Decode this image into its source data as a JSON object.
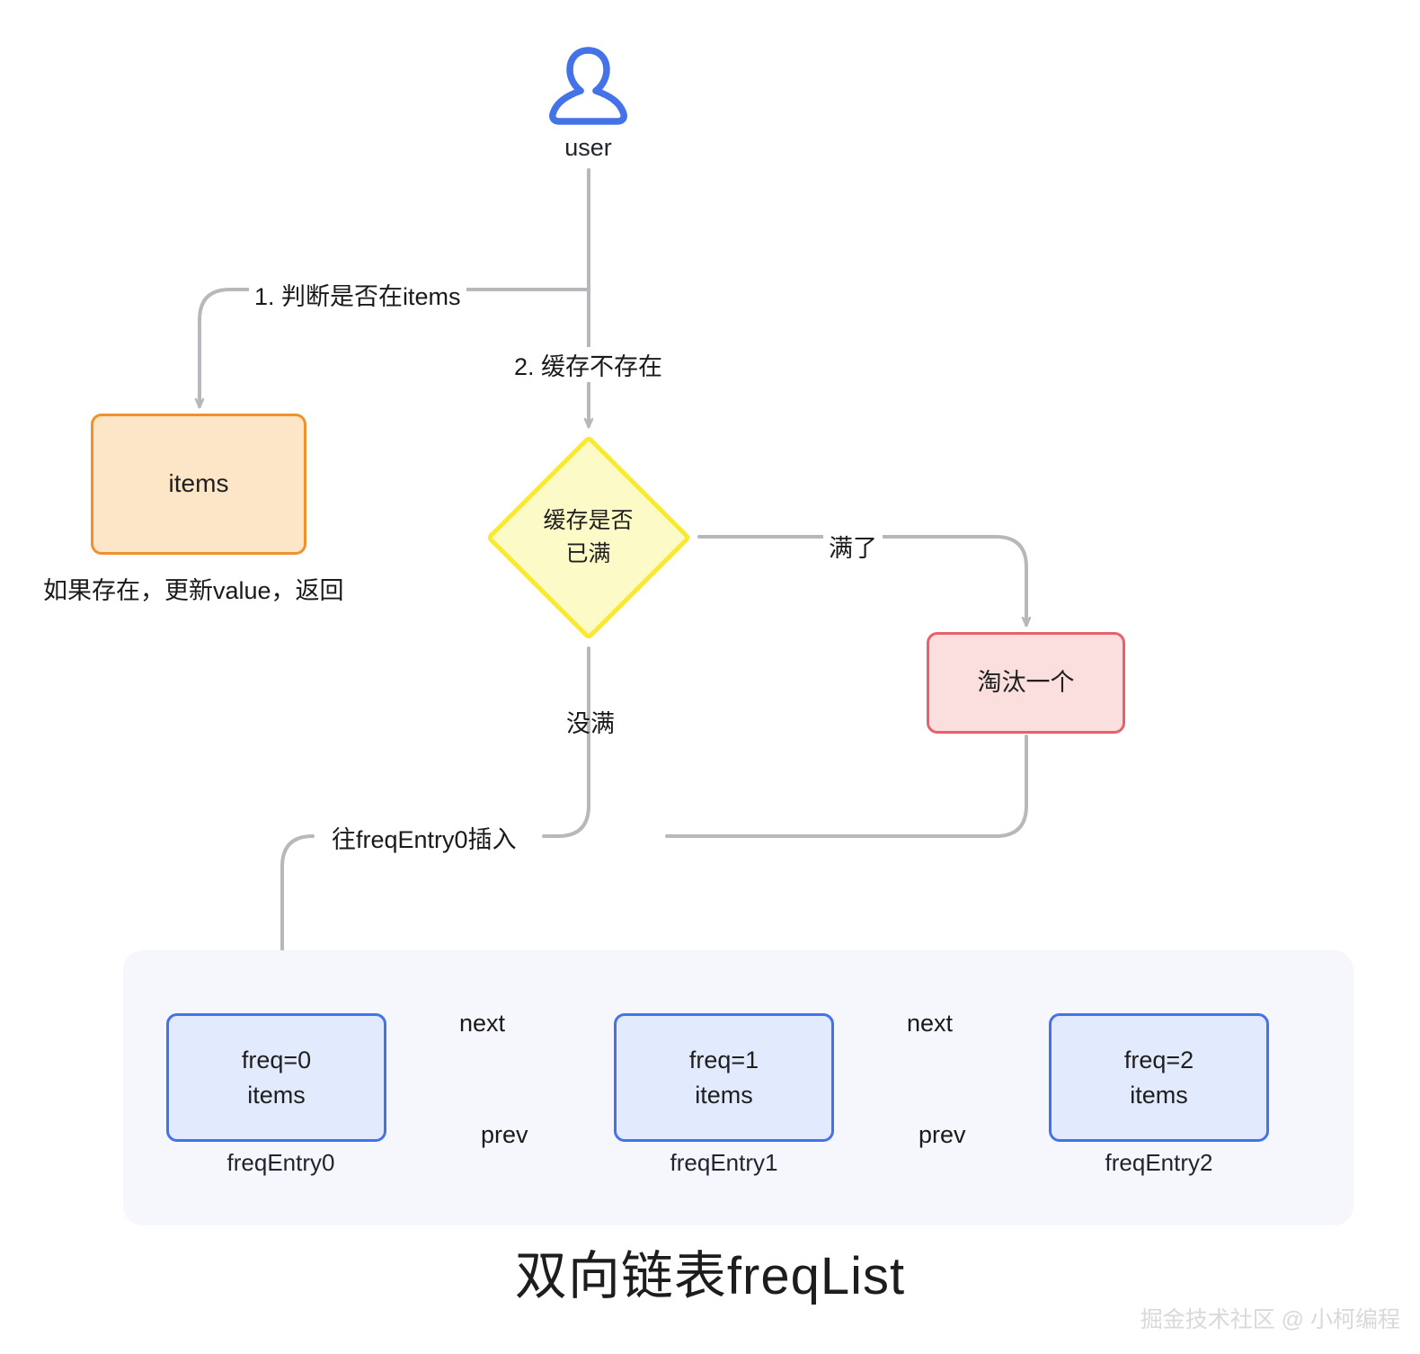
{
  "diagram": {
    "bottom_title": "双向链表freqList",
    "watermark": "掘金技术社区 @ 小柯编程"
  },
  "actor": {
    "icon": "user-icon",
    "label": "user"
  },
  "nodes": {
    "items": {
      "label": "items",
      "note": "如果存在，更新value，返回",
      "fill": "#FDE6C8",
      "border": "#F0912D"
    },
    "decision": {
      "line1": "缓存是否",
      "line2": "已满",
      "fill": "#FCFAC7",
      "border": "#F9E930"
    },
    "evict": {
      "label": "淘汰一个",
      "fill": "#FBDEDE",
      "border": "#E8616A"
    }
  },
  "edges": {
    "check_items": "1. 判断是否在items",
    "cache_miss": "2. 缓存不存在",
    "full": "满了",
    "not_full": "没满",
    "insert": "往freqEntry0插入",
    "next_1": "next",
    "next_2": "next",
    "prev_1": "prev",
    "prev_2": "prev"
  },
  "freqlist": {
    "container_fill": "#F6F7FC",
    "node_fill": "#E2EAFD",
    "node_border": "#4472E8",
    "entries": [
      {
        "freq": "freq=0",
        "items": "items",
        "caption": "freqEntry0"
      },
      {
        "freq": "freq=1",
        "items": "items",
        "caption": "freqEntry1"
      },
      {
        "freq": "freq=2",
        "items": "items",
        "caption": "freqEntry2"
      }
    ]
  },
  "colors": {
    "wire": "#B6B8BC",
    "actor": "#4472E8",
    "text": "#1a1a1a"
  }
}
